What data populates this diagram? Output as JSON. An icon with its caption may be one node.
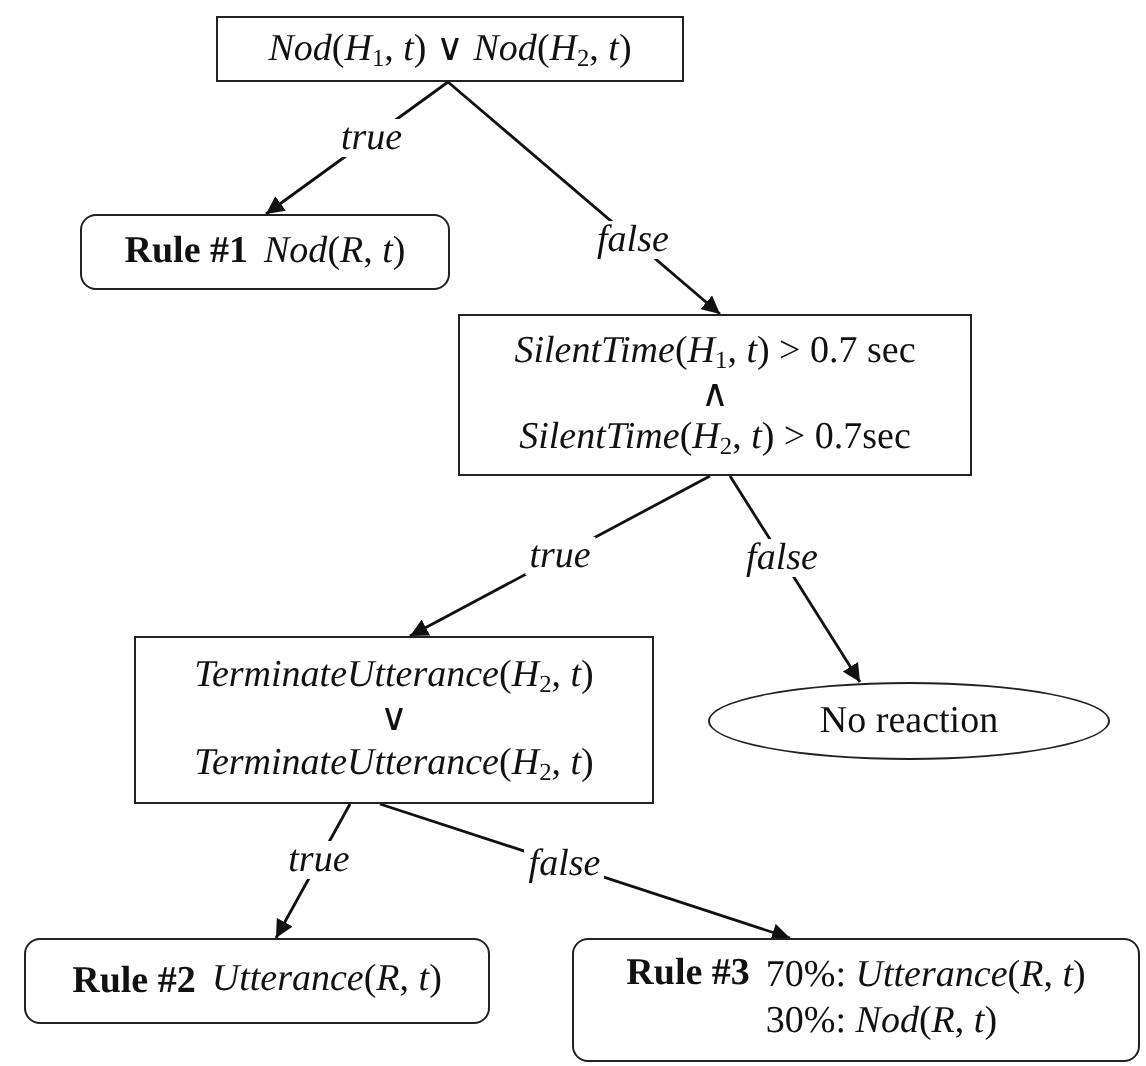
{
  "diagram": {
    "nodes": [
      {
        "text": [
          "*Nod*(*H*$_{1}$, *t*) ∨ *Nod*(*H*$_{2}$, *t*)"
        ]
      },
      {
        "text": [
          "Rule #1",
          "*Nod*(*R*, *t*)"
        ]
      },
      {
        "text": [
          "*SilentTime*(*H*$_{1}$, *t*) > 0.7 sec",
          "∧",
          "*SilentTime*(*H*$_{2}$, *t*) > 0.7sec"
        ]
      },
      {
        "text": [
          "*TerminateUtterance*(*H*$_{2}$, *t*)",
          "∨",
          "*TerminateUtterance*(*H*$_{2}$, *t*)"
        ]
      },
      {
        "text": [
          "No reaction"
        ]
      },
      {
        "text": [
          "Rule #2",
          "*Utterance*(*R*, *t*)"
        ]
      },
      {
        "text": [
          "Rule #3",
          "70%: *Utterance*(*R*, *t*)",
          "30%: *Nod*(*R*, *t*)"
        ]
      }
    ],
    "edges": [
      {
        "from": 0,
        "to": 1,
        "arrow": "to",
        "label": "true"
      },
      {
        "from": 0,
        "to": 2,
        "arrow": "to",
        "label": "false"
      },
      {
        "from": 2,
        "to": 3,
        "arrow": "to",
        "label": "true"
      },
      {
        "from": 2,
        "to": 4,
        "arrow": "to",
        "label": "false"
      },
      {
        "from": 3,
        "to": 5,
        "arrow": "to",
        "label": "true"
      },
      {
        "from": 3,
        "to": 6,
        "arrow": "to",
        "label": "false"
      }
    ]
  }
}
